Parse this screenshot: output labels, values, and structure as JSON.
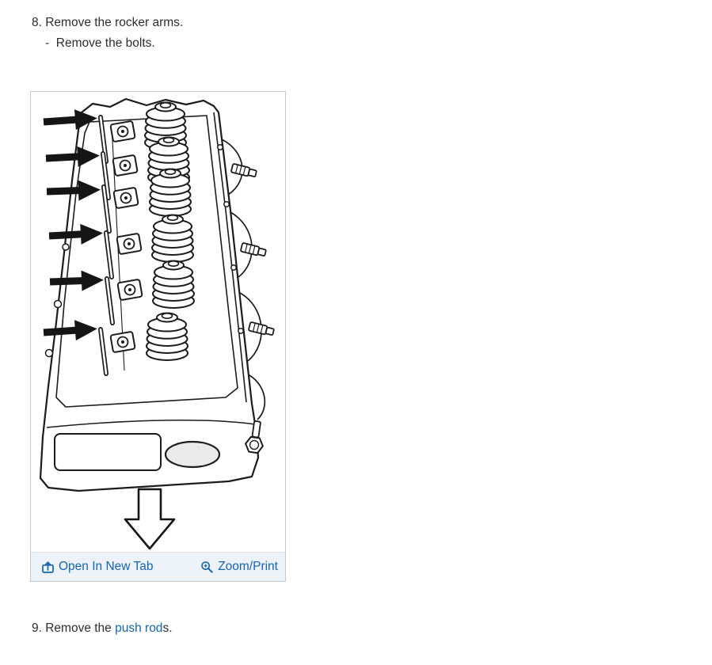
{
  "steps": {
    "step8": "8. Remove the rocker arms.",
    "step8_sub": "-  Remove the bolts.",
    "step9_prefix": "9. Remove the ",
    "step9_link_text": "push rod",
    "step9_suffix": "s."
  },
  "figure": {
    "alt": "Line drawing of a cylinder head: six black arrows point at the push rods beside the rocker arms and valve springs; a large outlined arrow below the head points down",
    "toolbar": {
      "open_in_new_tab": "Open In New Tab",
      "zoom_print": "Zoom/Print"
    },
    "icons": {
      "open_in_new_tab_icon": "box-with-up-arrow",
      "zoom_icon": "magnifier-with-plus"
    }
  },
  "colors": {
    "link_blue": "#1565ab",
    "body_text": "#2d2d2d",
    "frame_border": "#c9c9c9",
    "toolbar_background": "#edf2f8",
    "drawing_ink": "#1c1c1c"
  }
}
